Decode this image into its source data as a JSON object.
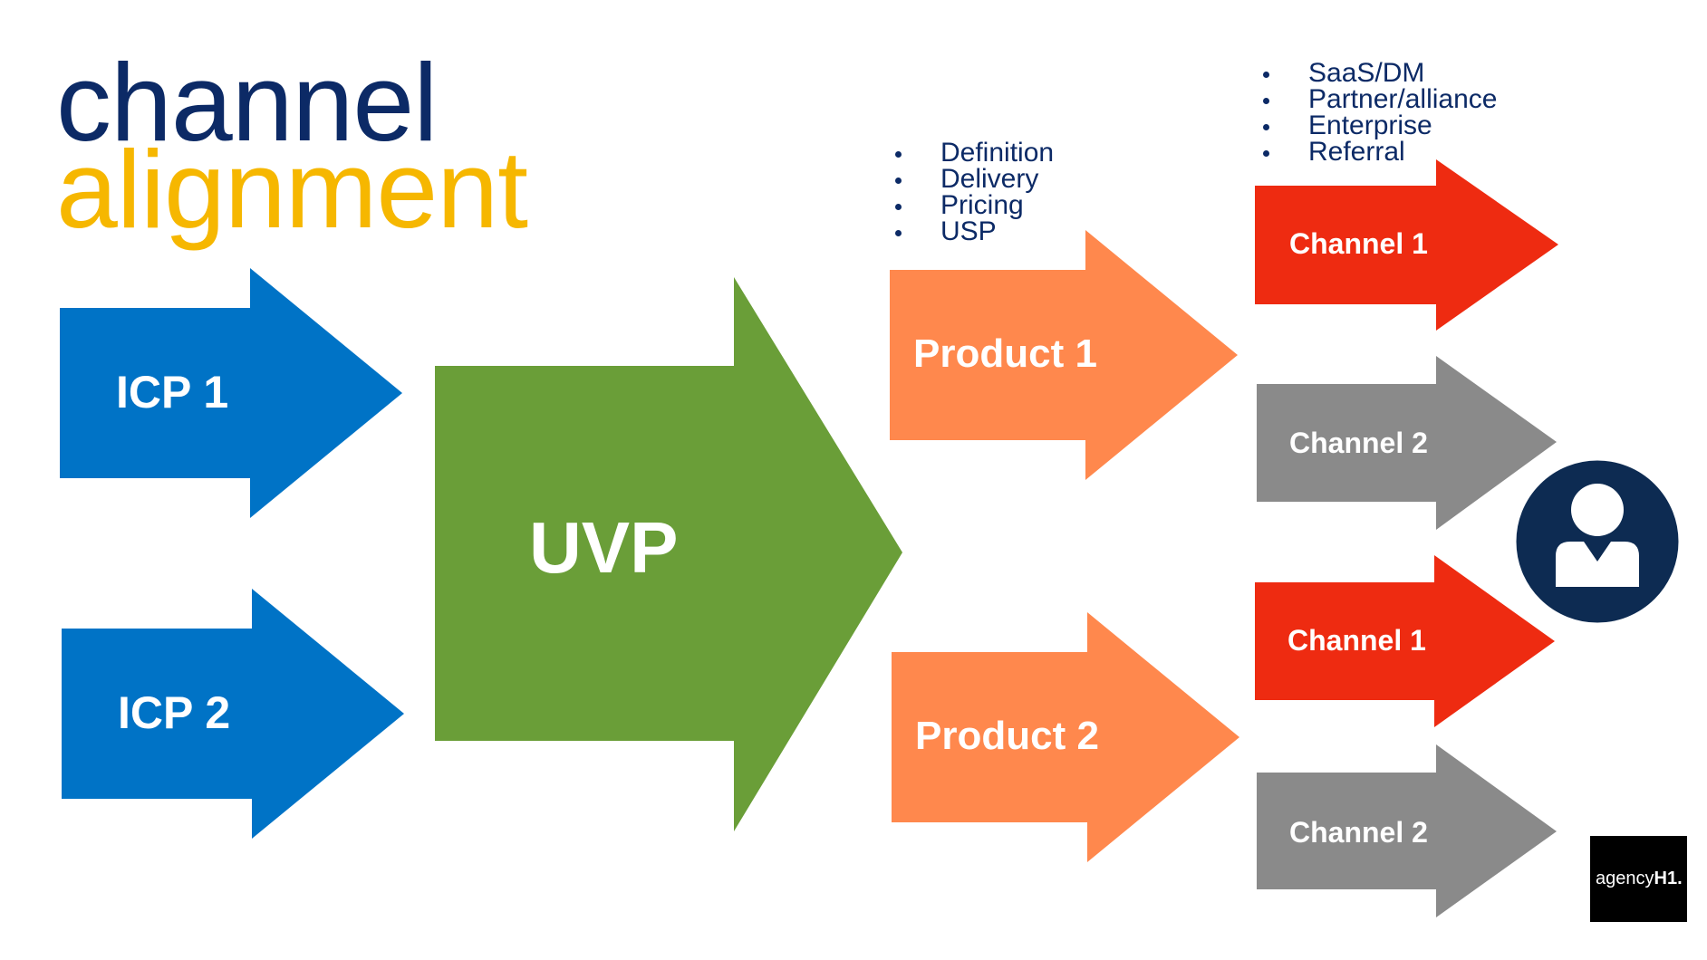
{
  "title": {
    "line1": "channel",
    "line2": "alignment"
  },
  "colors": {
    "title_primary": "#0c2a66",
    "title_accent": "#f6b700",
    "icp": "#0073c6",
    "uvp": "#6a9e38",
    "product": "#ff884d",
    "channel_primary": "#ee2b11",
    "channel_secondary": "#8a8a8a",
    "user_circle": "#0d2b52"
  },
  "icps": [
    {
      "label": "ICP 1"
    },
    {
      "label": "ICP 2"
    }
  ],
  "uvp": {
    "label": "UVP"
  },
  "products": [
    {
      "label": "Product 1"
    },
    {
      "label": "Product 2"
    }
  ],
  "channels": [
    {
      "label": "Channel 1"
    },
    {
      "label": "Channel 2"
    },
    {
      "label": "Channel 1"
    },
    {
      "label": "Channel 2"
    }
  ],
  "product_attributes": [
    "Definition",
    "Delivery",
    "Pricing",
    "USP"
  ],
  "channel_types": [
    "SaaS/DM",
    "Partner/alliance",
    "Enterprise",
    "Referral"
  ],
  "customer_icon": "user-icon",
  "logo": {
    "prefix": "agency",
    "suffix": "H1."
  }
}
